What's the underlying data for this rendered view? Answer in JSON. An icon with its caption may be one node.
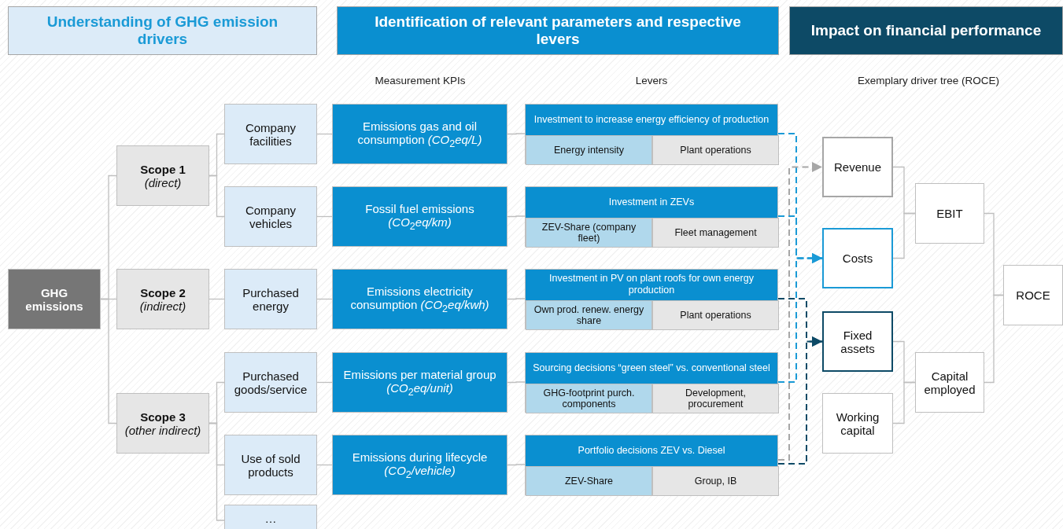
{
  "diagram": {
    "nodes": [
      {
        "text": [
          "Understanding of GHG emission drivers"
        ]
      },
      {
        "text": [
          "Identification of relevant parameters and respective levers"
        ]
      },
      {
        "text": [
          "Impact on financial performance"
        ]
      },
      {
        "text": [
          "GHG emissions"
        ]
      },
      {
        "text": [
          "Scope 1",
          "(direct)"
        ]
      },
      {
        "text": [
          "Scope 2",
          "(indirect)"
        ]
      },
      {
        "text": [
          "Scope 3",
          "(other indirect)"
        ]
      },
      {
        "text": [
          "Company facilities"
        ]
      },
      {
        "text": [
          "Company vehicles"
        ]
      },
      {
        "text": [
          "Purchased energy"
        ]
      },
      {
        "text": [
          "Purchased goods/service"
        ]
      },
      {
        "text": [
          "Use of sold products"
        ]
      },
      {
        "text": [
          "…"
        ]
      },
      {
        "text": [
          "Emissions gas and oil consumption *(CO*$_{2}$*eq/L)*"
        ]
      },
      {
        "text": [
          "Fossil fuel emissions *(CO*$_{2}$*eq/km)*"
        ]
      },
      {
        "text": [
          "Emissions electricity consumption *(CO*$_{2}$*eq/kwh)*"
        ]
      },
      {
        "text": [
          "Emissions per material group *(CO*$_{2}$*eq/unit)*"
        ]
      },
      {
        "text": [
          "Emissions during lifecycle *(CO*$_{2}$*/vehicle)*"
        ]
      },
      {
        "text": [
          "Investment to increase energy efficiency of production"
        ]
      },
      {
        "text": [
          "Energy intensity"
        ],
        "in": 18
      },
      {
        "text": [
          "Plant operations"
        ],
        "in": 18
      },
      {
        "text": [
          "Investment in ZEVs"
        ]
      },
      {
        "text": [
          "ZEV-Share (company fleet)"
        ],
        "in": 21
      },
      {
        "text": [
          "Fleet management"
        ],
        "in": 21
      },
      {
        "text": [
          "Investment in PV on plant roofs for own energy production"
        ]
      },
      {
        "text": [
          "Own prod. renew. energy share"
        ],
        "in": 24
      },
      {
        "text": [
          "Plant operations"
        ],
        "in": 24
      },
      {
        "text": [
          "Sourcing decisions “green steel” vs. conventional steel"
        ]
      },
      {
        "text": [
          "GHG-footprint purch. components"
        ],
        "in": 27
      },
      {
        "text": [
          "Development, procurement"
        ],
        "in": 27
      },
      {
        "text": [
          "Portfolio decisions ZEV vs. Diesel"
        ]
      },
      {
        "text": [
          "ZEV-Share"
        ],
        "in": 30
      },
      {
        "text": [
          "Group, IB"
        ],
        "in": 30
      },
      {
        "text": [
          "Revenue"
        ]
      },
      {
        "text": [
          "Costs"
        ]
      },
      {
        "text": [
          "Fixed assets"
        ]
      },
      {
        "text": [
          "Working capital"
        ]
      },
      {
        "text": [
          "EBIT"
        ]
      },
      {
        "text": [
          "Capital employed"
        ]
      },
      {
        "text": [
          "ROCE"
        ]
      }
    ],
    "edges": [
      {
        "from": 3,
        "to": 4,
        "arrow": "none"
      },
      {
        "from": 3,
        "to": 5,
        "arrow": "none"
      },
      {
        "from": 3,
        "to": 6,
        "arrow": "none"
      },
      {
        "from": 4,
        "to": 7,
        "arrow": "none"
      },
      {
        "from": 4,
        "to": 8,
        "arrow": "none"
      },
      {
        "from": 5,
        "to": 9,
        "arrow": "none"
      },
      {
        "from": 6,
        "to": 10,
        "arrow": "none"
      },
      {
        "from": 6,
        "to": 11,
        "arrow": "none"
      },
      {
        "from": 6,
        "to": 12,
        "arrow": "none"
      },
      {
        "from": 7,
        "to": 13,
        "arrow": "none"
      },
      {
        "from": 8,
        "to": 14,
        "arrow": "none"
      },
      {
        "from": 9,
        "to": 15,
        "arrow": "none"
      },
      {
        "from": 10,
        "to": 16,
        "arrow": "none"
      },
      {
        "from": 11,
        "to": 17,
        "arrow": "none"
      },
      {
        "from": 13,
        "to": 18,
        "arrow": "none"
      },
      {
        "from": 14,
        "to": 21,
        "arrow": "none"
      },
      {
        "from": 15,
        "to": 24,
        "arrow": "none"
      },
      {
        "from": 16,
        "to": 27,
        "arrow": "none"
      },
      {
        "from": 17,
        "to": 30,
        "arrow": "none"
      },
      {
        "from": 18,
        "to": 34,
        "arrow": "to",
        "style": "dashed",
        "color": "#1a9ad6"
      },
      {
        "from": 21,
        "to": 34,
        "arrow": "to",
        "style": "dashed",
        "color": "#1a9ad6"
      },
      {
        "from": 27,
        "to": 34,
        "arrow": "to",
        "style": "dashed",
        "color": "#1a9ad6"
      },
      {
        "from": 30,
        "to": 33,
        "arrow": "to",
        "style": "dashed",
        "color": "#a6a6a6"
      },
      {
        "from": 24,
        "to": 35,
        "arrow": "to",
        "style": "dashed",
        "color": "#0d4a66"
      },
      {
        "from": 30,
        "to": 35,
        "arrow": "to",
        "style": "dashed",
        "color": "#0d4a66"
      },
      {
        "from": 33,
        "to": 37,
        "arrow": "none"
      },
      {
        "from": 34,
        "to": 37,
        "arrow": "none"
      },
      {
        "from": 35,
        "to": 38,
        "arrow": "none"
      },
      {
        "from": 36,
        "to": 38,
        "arrow": "none"
      },
      {
        "from": 37,
        "to": 39,
        "arrow": "none"
      },
      {
        "from": 38,
        "to": 39,
        "arrow": "none"
      }
    ],
    "labels": [
      "Measurement KPIs",
      "Levers",
      "Exemplary driver tree (ROCE)"
    ]
  }
}
